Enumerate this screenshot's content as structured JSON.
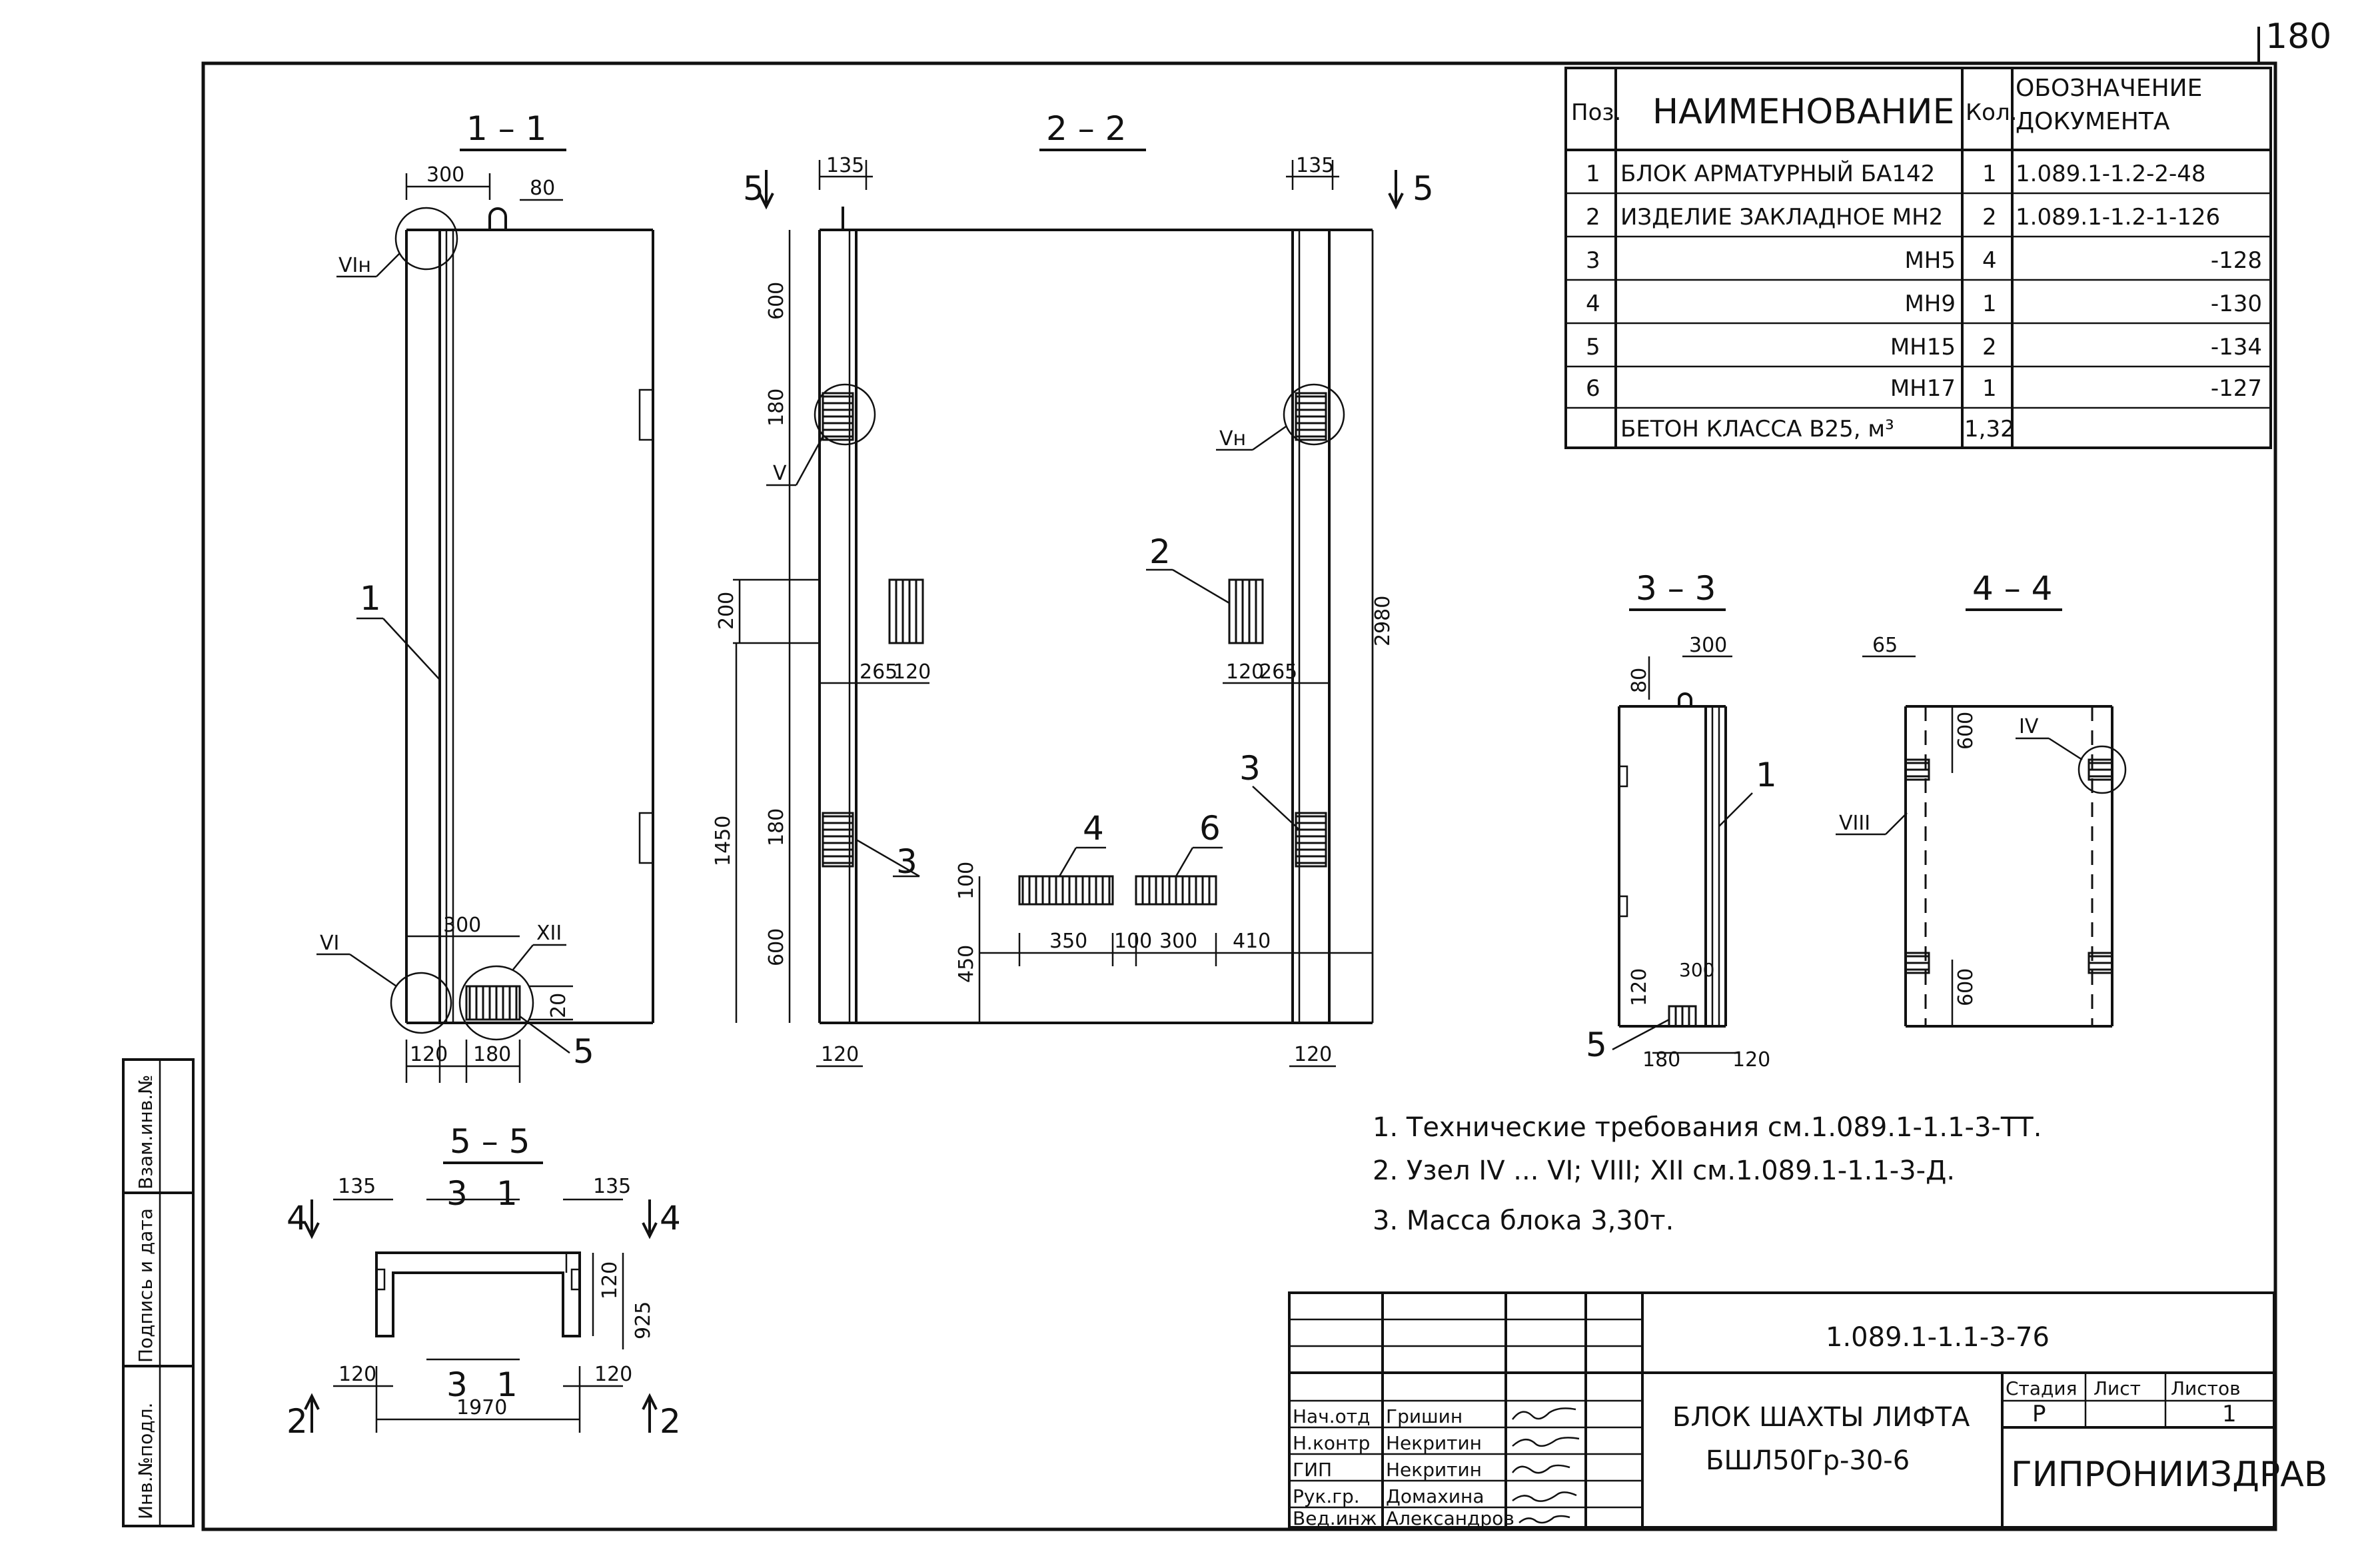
{
  "sheet_number": "180",
  "spec": {
    "headers": {
      "pos": "Поз.",
      "name": "НАИМЕНОВАНИЕ",
      "qty": "Кол.",
      "doc": "ОБОЗНАЧЕНИЕ ДОКУМЕНТА"
    },
    "rows": [
      {
        "pos": "1",
        "name": "БЛОК АРМАТУРНЫЙ БА142",
        "qty": "1",
        "doc": "1.089.1-1.2-2-48"
      },
      {
        "pos": "2",
        "name": "ИЗДЕЛИЕ ЗАКЛАДНОЕ МН2",
        "qty": "2",
        "doc": "1.089.1-1.2-1-126"
      },
      {
        "pos": "3",
        "name": "МН5",
        "qty": "4",
        "doc": "-128"
      },
      {
        "pos": "4",
        "name": "МН9",
        "qty": "1",
        "doc": "-130"
      },
      {
        "pos": "5",
        "name": "МН15",
        "qty": "2",
        "doc": "-134"
      },
      {
        "pos": "6",
        "name": "МН17",
        "qty": "1",
        "doc": "-127"
      }
    ],
    "concrete": {
      "name": "БЕТОН КЛАССА В25, м³",
      "qty": "1,32"
    }
  },
  "sections": {
    "s11": "1 – 1",
    "s22": "2 – 2",
    "s33": "3 – 3",
    "s44": "4 – 4",
    "s55": "5 – 5"
  },
  "nodes": {
    "vin": "VIн",
    "vi": "VI",
    "xii": "XII",
    "v": "V",
    "vn": "Vн",
    "iv": "IV",
    "viii": "VIII"
  },
  "dims": {
    "d300": "300",
    "d80": "80",
    "d120": "120",
    "d180": "180",
    "d20": "20",
    "d135": "135",
    "d600": "600",
    "d200": "200",
    "d265": "265",
    "d1450": "1450",
    "d450": "450",
    "d100": "100",
    "d350": "350",
    "d410": "410",
    "d2980": "2980",
    "d65": "65",
    "d925": "925",
    "d1970": "1970"
  },
  "callouts": {
    "c1": "1",
    "c2": "2",
    "c3": "3",
    "c4": "4",
    "c5": "5",
    "c6": "6"
  },
  "cut_marks": {
    "m5": "5",
    "m4": "4",
    "m2": "2",
    "m3": "3",
    "m1": "1"
  },
  "notes": [
    "1. Технические требования см.1.089.1-1.1-3-ТТ.",
    "2. Узел IV ... VI; VIII; XII см.1.089.1-1.1-3-Д.",
    "3. Масса блока 3,30т."
  ],
  "margin_stamp": [
    "Инв.№подл.",
    "Подпись и дата",
    "Взам.инв.№"
  ],
  "title_block": {
    "doc_code": "1.089.1-1.1-3-76",
    "title_line1": "БЛОК ШАХТЫ ЛИФТА",
    "title_line2": "БШЛ50Гр-30-6",
    "stage_label": "Стадия",
    "sheet_label": "Лист",
    "sheets_label": "Листов",
    "stage_value": "Р",
    "sheets_value": "1",
    "org": "ГИПРОНИИЗДРАВ",
    "people": [
      {
        "role": "Нач.отд",
        "name": "Гришин"
      },
      {
        "role": "Н.контр",
        "name": "Некритин"
      },
      {
        "role": "ГИП",
        "name": "Некритин"
      },
      {
        "role": "Рук.гр.",
        "name": "Домахина"
      },
      {
        "role": "Вед.инж",
        "name": "Александров"
      }
    ]
  }
}
